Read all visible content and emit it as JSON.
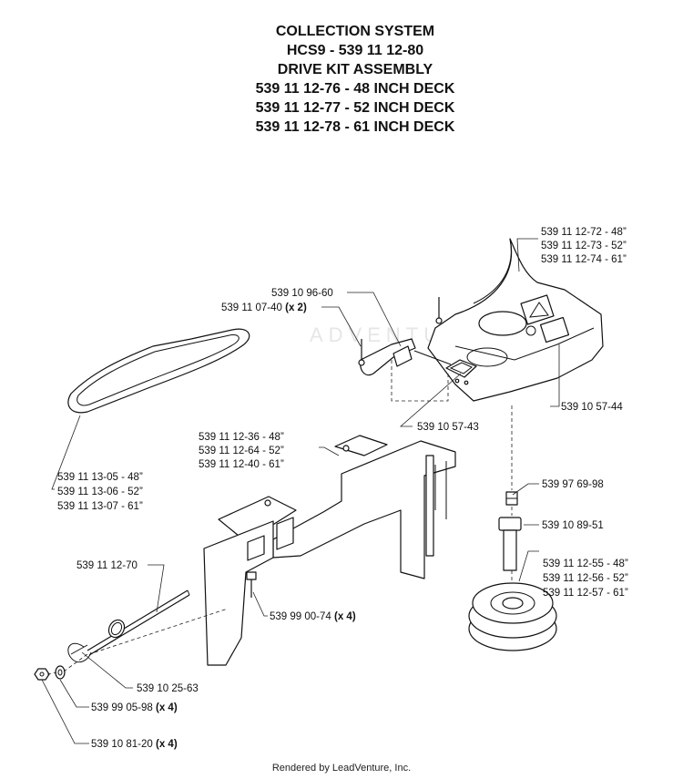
{
  "title_lines": [
    "COLLECTION SYSTEM",
    "HCS9 - 539 11 12-80",
    "DRIVE KIT ASSEMBLY",
    "539 11 12-76 - 48 INCH DECK",
    "539 11 12-77 - 52 INCH DECK",
    "539 11 12-78 - 61 INCH DECK"
  ],
  "callouts": {
    "shield": [
      "539 11 12-72 - 48”",
      "539 11 12-73 - 52”",
      "539 11 12-74 - 61”"
    ],
    "latch": "539 10 96-60",
    "pin": {
      "part": "539 11 07-40",
      "qty": "(x 2)"
    },
    "decal_right": "539 10 57-44",
    "decal_center": "539 10 57-43",
    "belt": [
      "539 11 13-05 - 48”",
      "539 11 13-06 - 52”",
      "539 11 13-07 - 61”"
    ],
    "bracket": [
      "539 11 12-36 - 48”",
      "539 11 12-64 - 52”",
      "539 11 12-40 - 61”"
    ],
    "nut": "539 97 69-98",
    "bolt": "539 10 89-51",
    "pulley": [
      "539 11 12-55 - 48”",
      "539 11 12-56 - 52”",
      "539 11 12-57 - 61”"
    ],
    "rod": "539 11 12-70",
    "screw": {
      "part": "539 99 00-74",
      "qty": "(x 4)"
    },
    "clip": "539 10 25-63",
    "washer": {
      "part": "539 99 05-98",
      "qty": "(x 4)"
    },
    "locknut": {
      "part": "539 10 81-20",
      "qty": "(x 4)"
    }
  },
  "watermark": "ADVENTURE",
  "footer": "Rendered by LeadVenture, Inc."
}
